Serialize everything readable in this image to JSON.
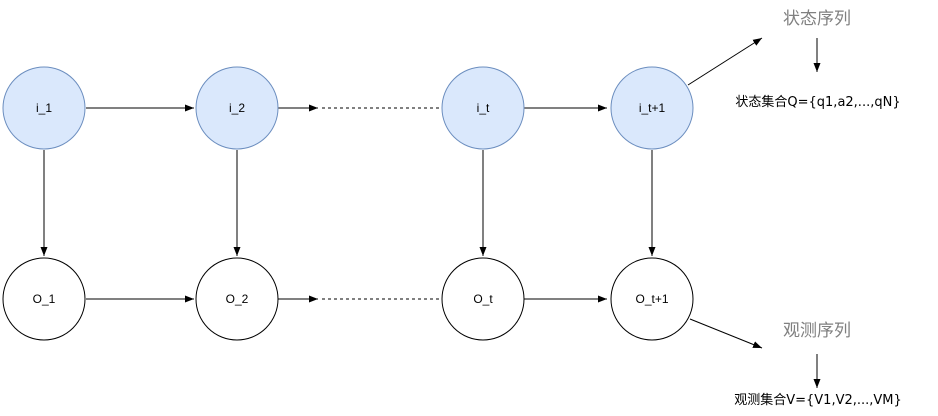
{
  "colors": {
    "hidden_fill": "#dae8fc",
    "hidden_stroke": "#6c8ebf",
    "observed_fill": "#ffffff",
    "observed_stroke": "#000000",
    "edge": "#000000",
    "title_text": "#808080"
  },
  "hidden_states": [
    "i_1",
    "i_2",
    "i_t",
    "i_t+1"
  ],
  "observations": [
    "O_1",
    "O_2",
    "O_t",
    "O_t+1"
  ],
  "annotations": {
    "state_sequence_title": "状态序列",
    "state_set": "状态集合Q={q1,a2,...,qN}",
    "observation_sequence_title": "观测序列",
    "observation_set": "观测集合V={V1,V2,...,VM}"
  }
}
